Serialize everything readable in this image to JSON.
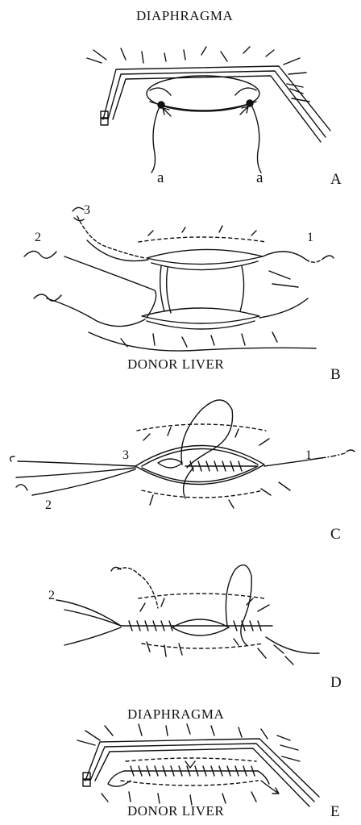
{
  "panel_a": {
    "title": "DIAPHRAGMA",
    "label": "A",
    "suture_left": "a",
    "suture_right": "a"
  },
  "panel_b": {
    "caption": "DONOR LIVER",
    "label": "B",
    "suture_1": "1",
    "suture_2": "2",
    "suture_3": "3"
  },
  "panel_c": {
    "label": "C",
    "suture_1": "1",
    "suture_2": "2",
    "suture_3": "3"
  },
  "panel_d": {
    "label": "D",
    "suture_2": "2"
  },
  "panel_e": {
    "title": "DIAPHRAGMA",
    "caption": "DONOR LIVER",
    "label": "E"
  }
}
